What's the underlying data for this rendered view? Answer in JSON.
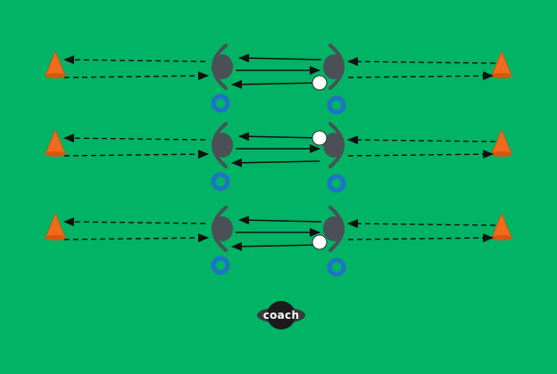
{
  "colors": {
    "field": "#00b365",
    "cone": "#f26a1b",
    "player": "#4a5055",
    "ring": "#1e73c8",
    "ball": "#ffffff",
    "arrow": "#111111",
    "logo_bg": "#1b1b1b"
  },
  "icons": {
    "cone": "cone-icon",
    "player": "player-icon",
    "ring": "ring-marker-icon",
    "ball": "ball-icon",
    "logo": "coach-logo-icon"
  },
  "drill": {
    "lanes": [
      {
        "lane": 1,
        "ball_with": "right-player"
      },
      {
        "lane": 2,
        "ball_with": "right-player"
      },
      {
        "lane": 3,
        "ball_with": "right-player"
      }
    ]
  },
  "logo": {
    "text": "coach"
  }
}
